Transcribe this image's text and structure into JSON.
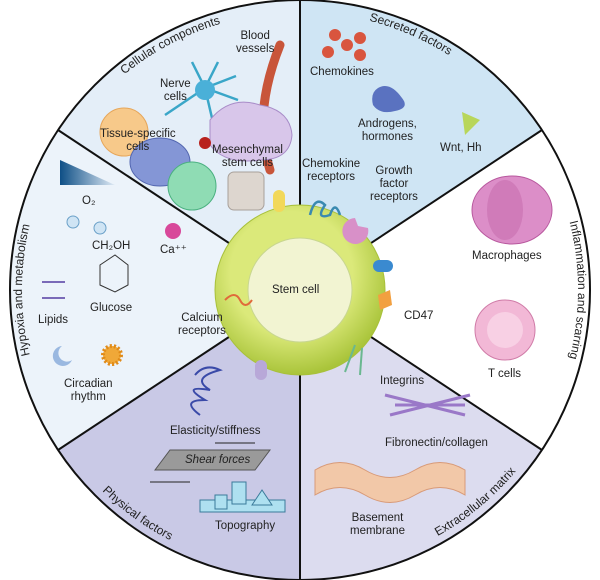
{
  "sectors": {
    "cellular": "Cellular components",
    "secreted": "Secreted factors",
    "inflammation": "Inflammation and scarring",
    "ecm": "Extracellular matrix",
    "physical": "Physical factors",
    "hypoxia": "Hypoxia and metabolism"
  },
  "center": "Stem cell",
  "labels": {
    "blood": [
      "Blood",
      "vessels"
    ],
    "nerve": [
      "Nerve",
      "cells"
    ],
    "tissue": [
      "Tissue-specific",
      "cells"
    ],
    "msc": [
      "Mesenchymal",
      "stem cells"
    ],
    "chemokines": "Chemokines",
    "androgens": [
      "Androgens,",
      "hormones"
    ],
    "wnt": "Wnt, Hh",
    "chemokine_receptors": [
      "Chemokine",
      "receptors"
    ],
    "growth_receptors": [
      "Growth",
      "factor",
      "receptors"
    ],
    "macrophages": "Macrophages",
    "tcells": "T cells",
    "cd47": "CD47",
    "integrins": "Integrins",
    "fibronectin": "Fibronectin/collagen",
    "basement": [
      "Basement",
      "membrane"
    ],
    "elasticity": "Elasticity/stiffness",
    "shear": "Shear forces",
    "topography": "Topography",
    "o2": "O₂",
    "ca": "Ca⁺⁺",
    "ch2oh": "CH₂OH",
    "glucose": "Glucose",
    "lipids": "Lipids",
    "calcium_receptors": [
      "Calcium",
      "receptors"
    ],
    "circadian": [
      "Circadian",
      "rhythm"
    ]
  },
  "colors": {
    "cellular": "#e4eef8",
    "secreted": "#cfe5f4",
    "inflammation": "#ffffff",
    "ecm": "#dcdcef",
    "physical": "#c9c9e6",
    "hypoxia": "#ecf3fa",
    "stem_outer": "#c9de5a",
    "stem_inner": "#eef2c8"
  }
}
